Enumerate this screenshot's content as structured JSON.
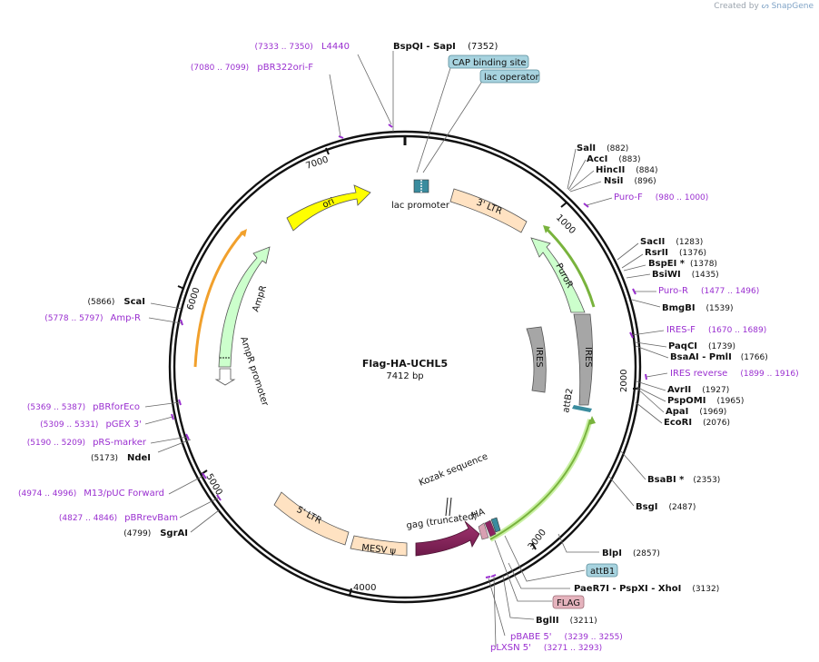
{
  "credit": {
    "prefix": "Created by",
    "brand": "SnapGene"
  },
  "plasmid": {
    "name": "Flag-HA-UCHL5",
    "length_label": "7412 bp",
    "length": 7412
  },
  "colors": {
    "backbone": "#111111",
    "site": "#222222",
    "primer": "#9a2fd0",
    "feature_box": "#a7d3df",
    "flag_box": "#e5b3bd",
    "promoter": "#ffffff",
    "ori": "#ffff00",
    "ampr": "#ccffcc",
    "ltr": "#ffe2c2",
    "puror": "#ccffcc",
    "ires": "#a6a6a6",
    "gag": "#8b2360",
    "orf_orange": "#f1a02c",
    "orf_green": "#79b33d",
    "ha": "#d8a0b2",
    "teal": "#3a8c9e"
  },
  "ticks": [
    "1000",
    "2000",
    "3000",
    "4000",
    "5000",
    "6000",
    "7000"
  ],
  "features": [
    {
      "name": "lac promoter",
      "label": "lac promoter",
      "type": "promoter-small"
    },
    {
      "name": "3' LTR",
      "label": "3' LTR",
      "type": "ltr"
    },
    {
      "name": "PuroR",
      "label": "PuroR",
      "type": "puror"
    },
    {
      "name": "IRES",
      "label": "IRES",
      "type": "ires"
    },
    {
      "name": "IRES-inner",
      "label": "IRES",
      "type": "ires"
    },
    {
      "name": "attB2",
      "label": "attB2",
      "type": "attb"
    },
    {
      "name": "Kozak sequence",
      "label": "Kozak sequence",
      "type": "label"
    },
    {
      "name": "HA",
      "label": "HA",
      "type": "tag"
    },
    {
      "name": "gag (truncated)",
      "label": "gag (truncated)",
      "type": "gag"
    },
    {
      "name": "MESV psi",
      "label": "MESV ψ",
      "type": "ltr"
    },
    {
      "name": "5' LTR",
      "label": "5' LTR",
      "type": "ltr"
    },
    {
      "name": "AmpR promoter",
      "label": "AmpR promoter",
      "type": "promoter"
    },
    {
      "name": "AmpR",
      "label": "AmpR",
      "type": "ampr"
    },
    {
      "name": "ori",
      "label": "ori",
      "type": "ori"
    }
  ],
  "sites_right": [
    {
      "name": "SalI",
      "pos": "(882)"
    },
    {
      "name": "AccI",
      "pos": "(883)"
    },
    {
      "name": "HincII",
      "pos": "(884)"
    },
    {
      "name": "NsiI",
      "pos": "(896)"
    },
    {
      "name": "SacII",
      "pos": "(1283)"
    },
    {
      "name": "RsrII",
      "pos": "(1376)"
    },
    {
      "name": "BspEI *",
      "pos": "(1378)"
    },
    {
      "name": "BsiWI",
      "pos": "(1435)"
    },
    {
      "name": "BmgBI",
      "pos": "(1539)"
    },
    {
      "name": "PaqCI",
      "pos": "(1739)"
    },
    {
      "name": "BsaAI  -  PmlI",
      "pos": "(1766)"
    },
    {
      "name": "AvrII",
      "pos": "(1927)"
    },
    {
      "name": "PspOMI",
      "pos": "(1965)"
    },
    {
      "name": "ApaI",
      "pos": "(1969)"
    },
    {
      "name": "EcoRI",
      "pos": "(2076)"
    },
    {
      "name": "BsaBI *",
      "pos": "(2353)"
    },
    {
      "name": "BsgI",
      "pos": "(2487)"
    },
    {
      "name": "BlpI",
      "pos": "(2857)"
    },
    {
      "name": "PaeR7I  -  PspXI  -  XhoI",
      "pos": "(3132)"
    },
    {
      "name": "BglII",
      "pos": "(3211)"
    }
  ],
  "sites_left": [
    {
      "name": "ScaI",
      "pos": "(5866)"
    },
    {
      "name": "NdeI",
      "pos": "(5173)"
    },
    {
      "name": "SgrAI",
      "pos": "(4799)"
    }
  ],
  "site_top": {
    "name": "BspQI  -  SapI",
    "pos": "(7352)"
  },
  "primers_right": [
    {
      "name": "Puro-F",
      "range": "(980 .. 1000)"
    },
    {
      "name": "Puro-R",
      "range": "(1477 .. 1496)"
    },
    {
      "name": "IRES-F",
      "range": "(1670 .. 1689)"
    },
    {
      "name": "IRES reverse",
      "range": "(1899 .. 1916)"
    }
  ],
  "primers_left": [
    {
      "name": "L4440",
      "range": "(7333 .. 7350)"
    },
    {
      "name": "pBR322ori-F",
      "range": "(7080 .. 7099)"
    },
    {
      "name": "Amp-R",
      "range": "(5778 .. 5797)"
    },
    {
      "name": "pBRforEco",
      "range": "(5369 .. 5387)"
    },
    {
      "name": "pGEX 3'",
      "range": "(5309 .. 5331)"
    },
    {
      "name": "pRS-marker",
      "range": "(5190 .. 5209)"
    },
    {
      "name": "M13/pUC Forward",
      "range": "(4974 .. 4996)"
    },
    {
      "name": "pBRrevBam",
      "range": "(4827 .. 4846)"
    }
  ],
  "primers_bottom": [
    {
      "name": "pBABE 5'",
      "range": "(3239 .. 3255)"
    },
    {
      "name": "pLXSN 5'",
      "range": "(3271 .. 3293)"
    }
  ],
  "boxed_labels": [
    {
      "name": "CAP binding site"
    },
    {
      "name": "lac operator"
    },
    {
      "name": "attB1"
    },
    {
      "name": "FLAG"
    }
  ]
}
